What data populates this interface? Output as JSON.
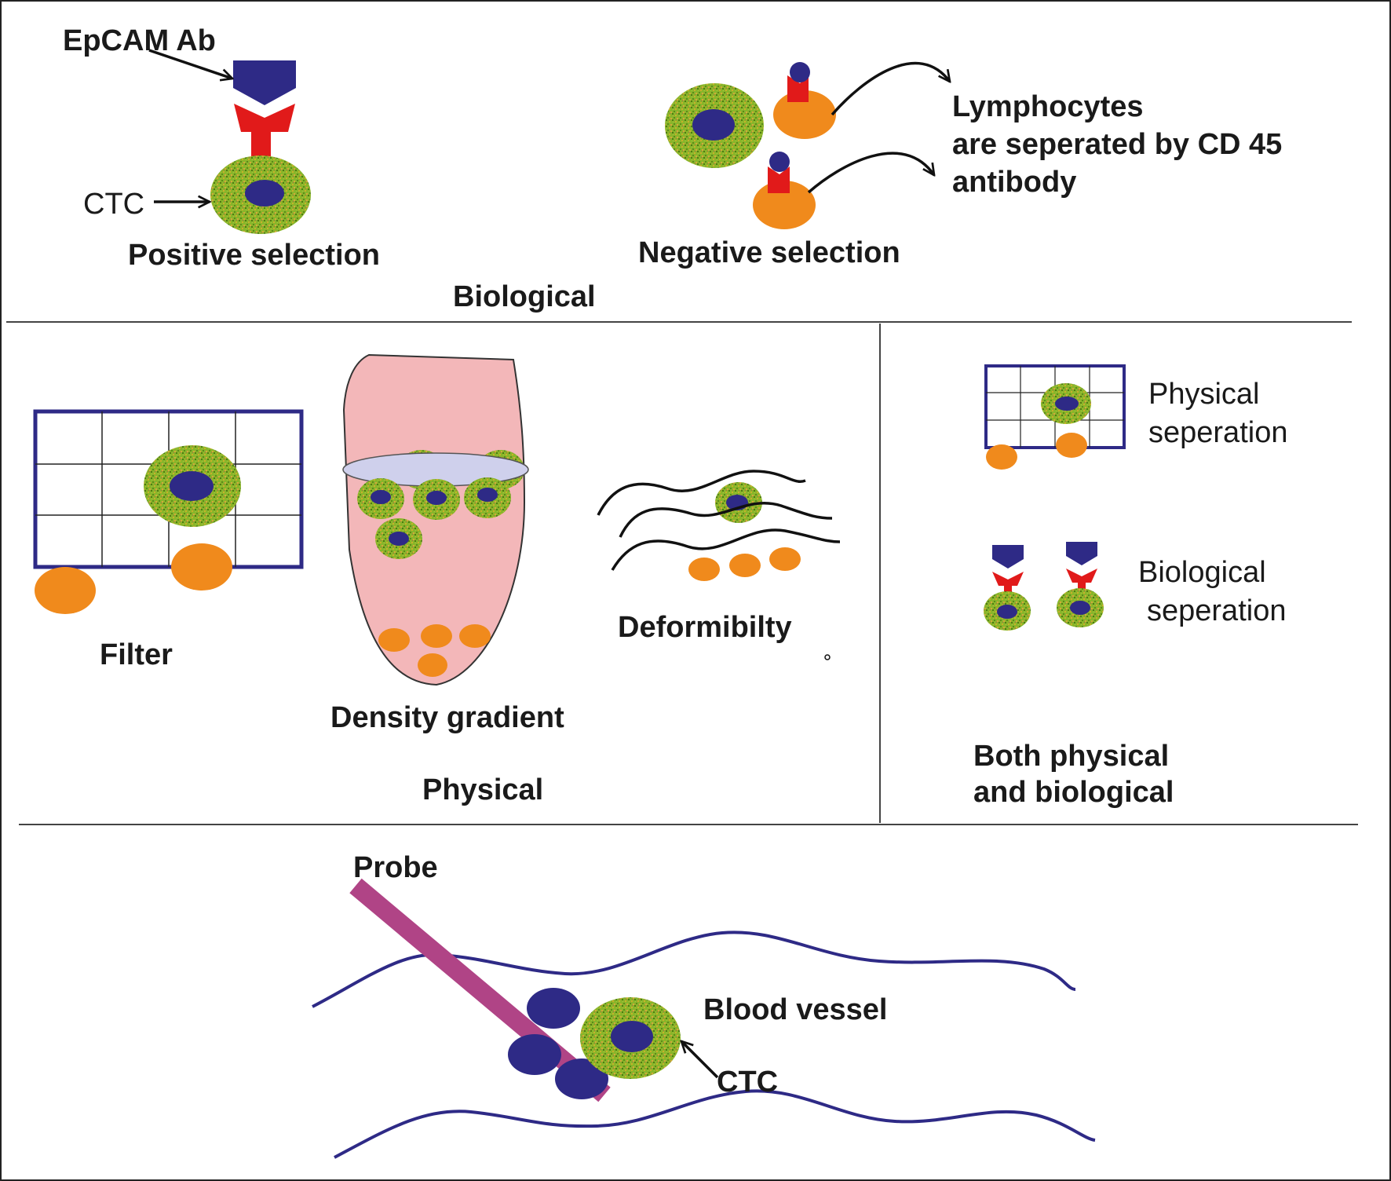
{
  "colors": {
    "cell_ring": "#8ab52a",
    "nucleus": "#2e2a86",
    "lymphocyte": "#f08a1c",
    "antibody_cap": "#2e2a86",
    "antibody_red": "#e11a1a",
    "filter_frame": "#2e2a86",
    "tube_fill": "#f3b7b9",
    "disc": "#cfd0ec",
    "probe": "#b04486",
    "vessel": "#2e2a86",
    "line": "#111111"
  },
  "icons": [
    "ctc-cell-icon",
    "lymphocyte-icon",
    "epcam-antibody-icon",
    "cd45-antibody-icon",
    "filter-grid-icon",
    "centrifuge-tube-icon",
    "probe-icon",
    "blood-vessel-icon"
  ],
  "biological": {
    "title": "Biological",
    "positive": {
      "epcam_label": "EpCAM Ab",
      "ctc_label": "CTC",
      "caption": "Positive selection"
    },
    "negative": {
      "caption": "Negative selection",
      "note": [
        "Lymphocytes",
        "are seperated by CD 45",
        "antibody"
      ]
    }
  },
  "physical": {
    "title": "Physical",
    "filter_caption": "Filter",
    "density_caption": "Density gradient",
    "deform_caption": "Deformibilty"
  },
  "both": {
    "title": [
      "Both physical",
      "and biological"
    ],
    "physical_label": [
      "Physical",
      "seperation"
    ],
    "biological_label": [
      "Biological",
      "seperation"
    ]
  },
  "probe_panel": {
    "probe_label": "Probe",
    "vessel_label": "Blood vessel",
    "ctc_label": "CTC"
  }
}
